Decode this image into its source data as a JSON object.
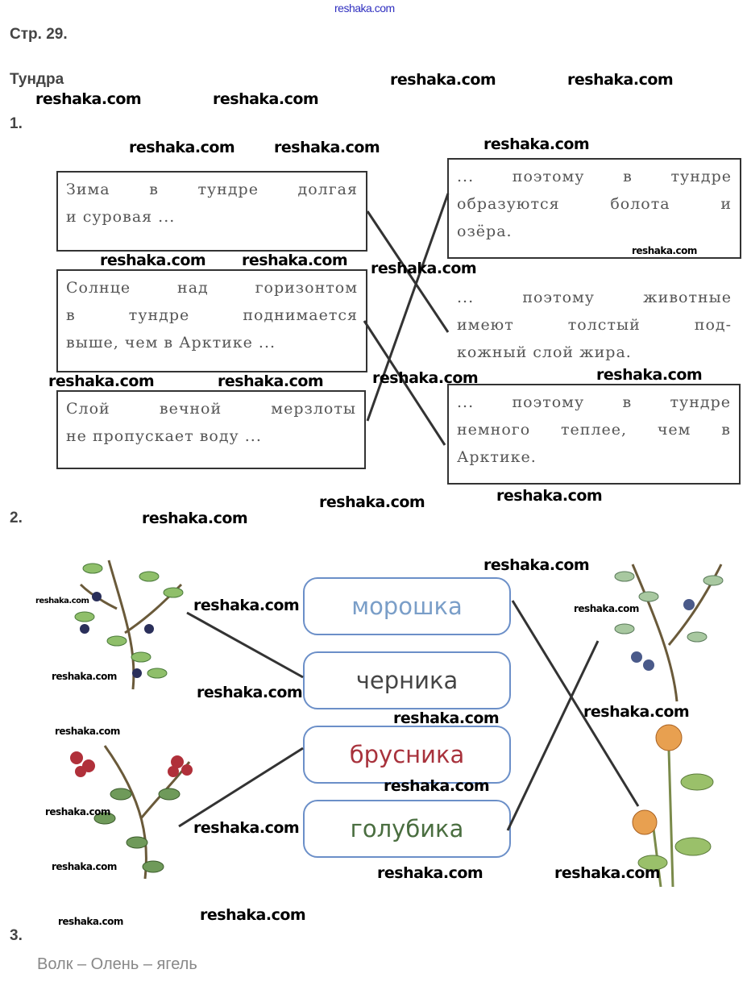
{
  "header": {
    "page": "Стр. 29.",
    "topic": "Тундра"
  },
  "task1": {
    "number": "1.",
    "left": [
      [
        "Зима в тундре долгая",
        "и суровая ..."
      ],
      [
        "Солнце над горизонтом",
        "в тундре поднимается",
        "выше, чем в Арктике ..."
      ],
      [
        "Слой вечной мерзлоты",
        "не пропускает воду ..."
      ]
    ],
    "right": [
      [
        "... поэтому в тундре",
        "образуются болота и",
        "озёра."
      ],
      [
        "... поэтому животные",
        "имеют толстый под-",
        "кожный слой жира."
      ],
      [
        "... поэтому в тундре",
        "немного теплее, чем в",
        "Арктике."
      ]
    ]
  },
  "task2": {
    "number": "2.",
    "words": [
      {
        "label": "морошка",
        "color": "#7a9ec8"
      },
      {
        "label": "черника",
        "color": "#454545"
      },
      {
        "label": "брусника",
        "color": "#a8323c"
      },
      {
        "label": "голубика",
        "color": "#4a6e40"
      }
    ]
  },
  "task3": {
    "number": "3.",
    "answer": "Волк – Олень – ягель"
  },
  "watermarks": [
    "reshaka.com",
    "reshaka.com",
    "reshaka.com",
    "reshaka.com",
    "reshaka.com",
    "reshaka.com",
    "reshaka.com",
    "reshaka.com",
    "reshaka.com",
    "reshaka.com",
    "reshaka.com",
    "reshaka.com",
    "reshaka.com",
    "reshaka.com",
    "reshaka.com",
    "reshaka.com",
    "reshaka.com",
    "reshaka.com",
    "reshaka.com",
    "reshaka.com",
    "reshaka.com",
    "reshaka.com",
    "reshaka.com",
    "reshaka.com",
    "reshaka.com",
    "reshaka.com",
    "reshaka.com",
    "reshaka.com",
    "reshaka.com",
    "reshaka.com",
    "reshaka.com",
    "reshaka.com",
    "reshaka.com",
    "reshaka.com",
    "reshaka.com",
    "reshaka.com"
  ]
}
